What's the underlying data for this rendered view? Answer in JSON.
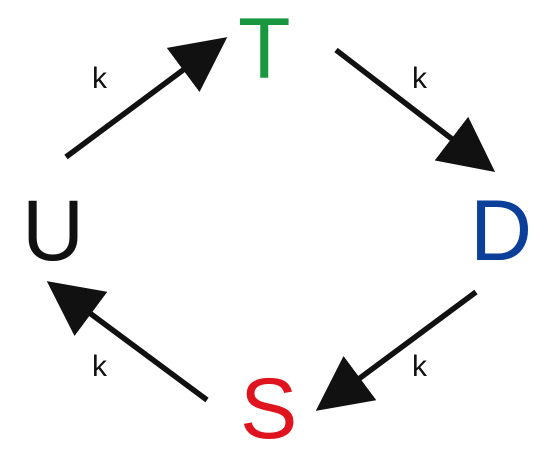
{
  "nodes": {
    "t": {
      "label": "T",
      "color": "#1a9641"
    },
    "d": {
      "label": "D",
      "color": "#0b3f9a"
    },
    "s": {
      "label": "S",
      "color": "#e0141e"
    },
    "u": {
      "label": "U",
      "color": "#111111"
    }
  },
  "edges": {
    "u_to_t": {
      "label": "k"
    },
    "t_to_d": {
      "label": "k"
    },
    "d_to_s": {
      "label": "k"
    },
    "s_to_u": {
      "label": "k"
    }
  },
  "colors": {
    "arrow": "#111111"
  }
}
